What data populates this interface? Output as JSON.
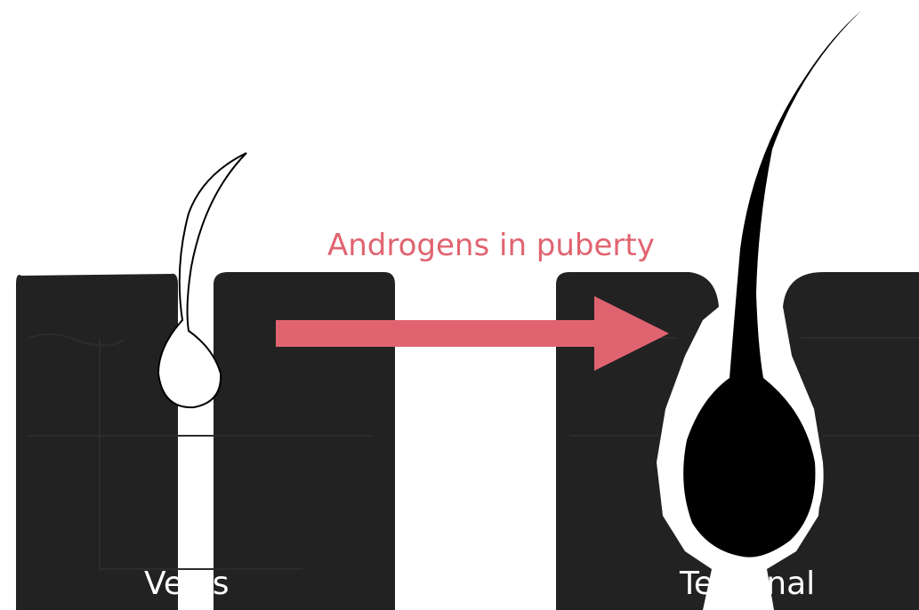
{
  "diagram": {
    "arrow_label": "Androgens in puberty",
    "left_caption": "Velus",
    "right_caption": "Terminal"
  },
  "colors": {
    "skin": "#222222",
    "arrow": "#e06470",
    "velus_hair_fill": "#ffffff",
    "terminal_hair_fill": "#000000",
    "background": "#ffffff"
  }
}
